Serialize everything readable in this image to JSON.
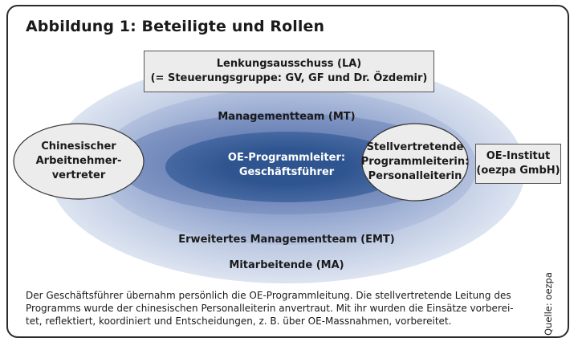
{
  "title": "Abbildung 1: Beteiligte und Rollen",
  "steering": {
    "line1": "Lenkungsausschuss (LA)",
    "line2": "(= Steuerungsgruppe: GV, GF und Dr. Özdemir)"
  },
  "rings": {
    "management_team": "Managementteam (MT)",
    "extended_team": "Erweitertes Managementteam (EMT)",
    "employees": "Mitarbeitende (MA)"
  },
  "core": {
    "line1": "OE-Programmleiter:",
    "line2": "Geschäftsführer"
  },
  "left_oval": {
    "line1": "Chinesischer",
    "line2": "Arbeitnehmer-",
    "line3": "vertreter"
  },
  "right_oval": {
    "line1": "Stellvertretende",
    "line2": "Programmleiterin:",
    "line3": "Personalleiterin"
  },
  "institute": {
    "line1": "OE-Institut",
    "line2": "(oezpa GmbH)"
  },
  "caption": {
    "line1": "Der Geschäftsführer übernahm persönlich die OE-Programmleitung. Die stellvertretende Leitung des",
    "line2": "Programms wurde der chinesischen Personalleiterin anvertraut. Mit ihr wurden die Einsätze vorberei-",
    "line3": "tet, reflektiert, koordiniert und Entscheidungen, z. B. über OE-Massnahmen, vorbereitet."
  },
  "source": "Quelle: oezpa",
  "colors": {
    "outer_ring": "#c9d3e8",
    "middle_ring": "#a3b4d6",
    "inner_ring": "#6e86b9",
    "core": "#355a95",
    "box_fill": "#ececec"
  }
}
